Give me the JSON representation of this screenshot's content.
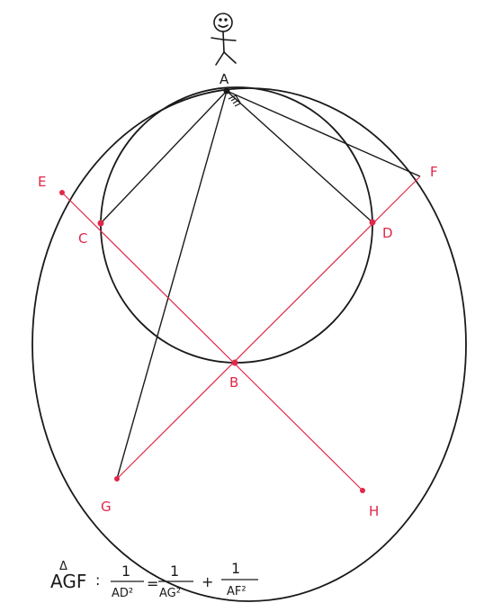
{
  "points": {
    "A": "A",
    "B": "B",
    "C": "C",
    "D": "D",
    "E": "E",
    "F": "F",
    "G": "G",
    "H": "H"
  },
  "formula": {
    "triangle_mark": "Δ",
    "triangle_name": "AGF",
    "separator": ":",
    "lhs_numerator": "1",
    "lhs_denominator": "AD²",
    "equals": "=",
    "term1_numerator": "1",
    "term1_denominator": "AG²",
    "plus": "+",
    "term2_numerator": "1",
    "term2_denominator": "AF²"
  },
  "colors": {
    "ink": "#1a1a1a",
    "red": "#e0284a"
  }
}
